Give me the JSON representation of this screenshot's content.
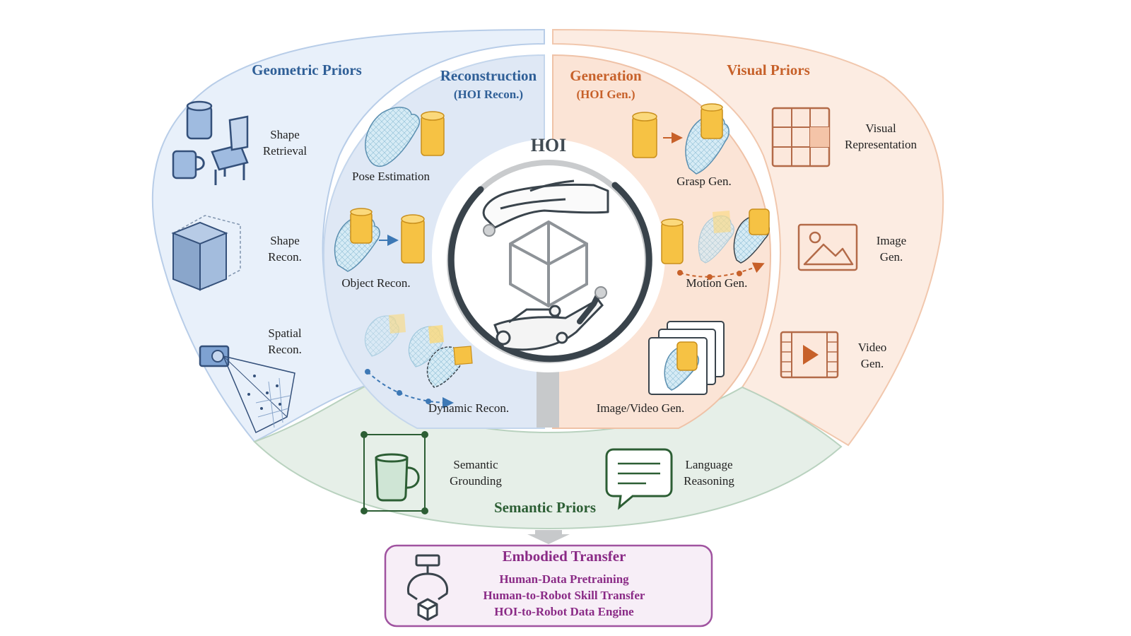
{
  "colors": {
    "geometric": "#2f5f97",
    "visual": "#c7612a",
    "semantic": "#2c5e34",
    "embodied": "#8a2a86",
    "object": "#f6c244",
    "hand": "#cfe6f2"
  },
  "geometric": {
    "title": "Geometric Priors",
    "items": [
      {
        "l1": "Shape",
        "l2": "Retrieval",
        "icon": "shape-retrieval-icon"
      },
      {
        "l1": "Shape",
        "l2": "Recon.",
        "icon": "cube-icon"
      },
      {
        "l1": "Spatial",
        "l2": "Recon.",
        "icon": "camera-frustum-icon"
      }
    ]
  },
  "reconstruction": {
    "title": "Reconstruction",
    "subtitle": "(HOI Recon.)",
    "items": [
      "Pose Estimation",
      "Object Recon.",
      "Dynamic Recon."
    ]
  },
  "generation": {
    "title": "Generation",
    "subtitle": "(HOI Gen.)",
    "items": [
      "Grasp Gen.",
      "Motion Gen.",
      "Image/Video Gen."
    ]
  },
  "visual": {
    "title": "Visual Priors",
    "items": [
      {
        "l1": "Visual",
        "l2": "Representation",
        "icon": "grid-icon"
      },
      {
        "l1": "Image",
        "l2": "Gen.",
        "icon": "image-icon"
      },
      {
        "l1": "Video",
        "l2": "Gen.",
        "icon": "video-icon"
      }
    ]
  },
  "center": {
    "title": "HOI"
  },
  "semantic": {
    "title": "Semantic Priors",
    "items": [
      {
        "l1": "Semantic",
        "l2": "Grounding",
        "icon": "mug-icon"
      },
      {
        "l1": "Language",
        "l2": "Reasoning",
        "icon": "chat-icon"
      }
    ]
  },
  "embodied": {
    "title": "Embodied Transfer",
    "lines": [
      "Human-Data Pretraining",
      "Human-to-Robot Skill Transfer",
      "HOI-to-Robot Data Engine"
    ]
  }
}
